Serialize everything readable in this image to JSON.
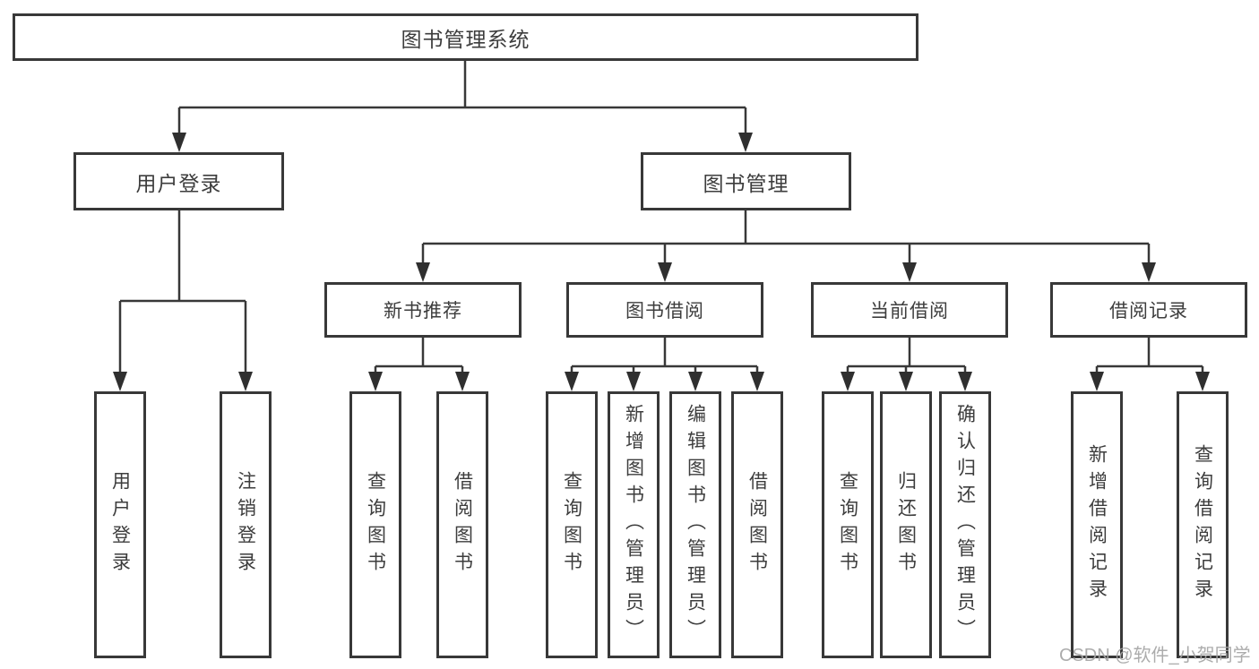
{
  "tree": {
    "root": "图书管理系统",
    "branches": [
      {
        "label": "用户登录",
        "children": [
          "用户登录",
          "注销登录"
        ]
      },
      {
        "label": "图书管理",
        "sections": [
          {
            "label": "新书推荐",
            "children": [
              "查询图书",
              "借阅图书"
            ]
          },
          {
            "label": "图书借阅",
            "children": [
              "查询图书",
              "新增图书（管理员）",
              "编辑图书（管理员）",
              "借阅图书"
            ]
          },
          {
            "label": "当前借阅",
            "children": [
              "查询图书",
              "归还图书",
              "确认归还（管理员）"
            ]
          },
          {
            "label": "借阅记录",
            "children": [
              "新增借阅记录",
              "查询借阅记录"
            ]
          }
        ]
      }
    ]
  },
  "watermark": {
    "text": "CSDN @软件_小贺同学"
  },
  "colors": {
    "line": "#383838",
    "arrow": "#2f2f2f",
    "text": "#3d3d3d",
    "watermark": "#a6a6a6",
    "background": "#ffffff"
  }
}
